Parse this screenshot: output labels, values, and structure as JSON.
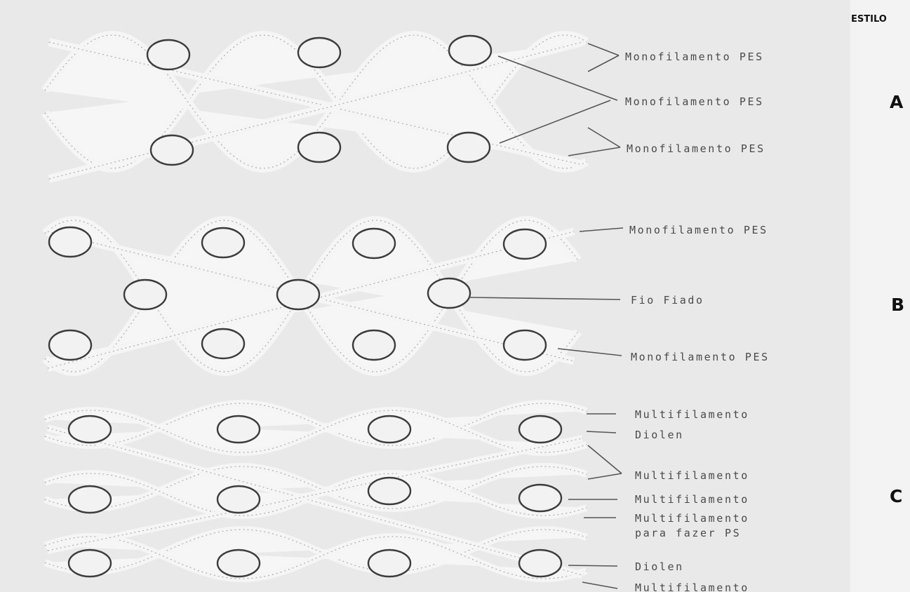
{
  "header": {
    "title": "ESTILO"
  },
  "styles": [
    {
      "letter": "A",
      "labels": [
        "Monofilamento PES",
        "Monofilamento PES",
        "Monofilamento PES"
      ]
    },
    {
      "letter": "B",
      "labels": [
        "Monofilamento PES",
        "Fio Fiado",
        "Monofilamento PES"
      ]
    },
    {
      "letter": "C",
      "labels": [
        "Multifilamento",
        "Diolen",
        "Multifilamento",
        "Multifilamento",
        "Multifilamento",
        "para fazer PS",
        "Diolen",
        "Multifilamento"
      ]
    }
  ]
}
